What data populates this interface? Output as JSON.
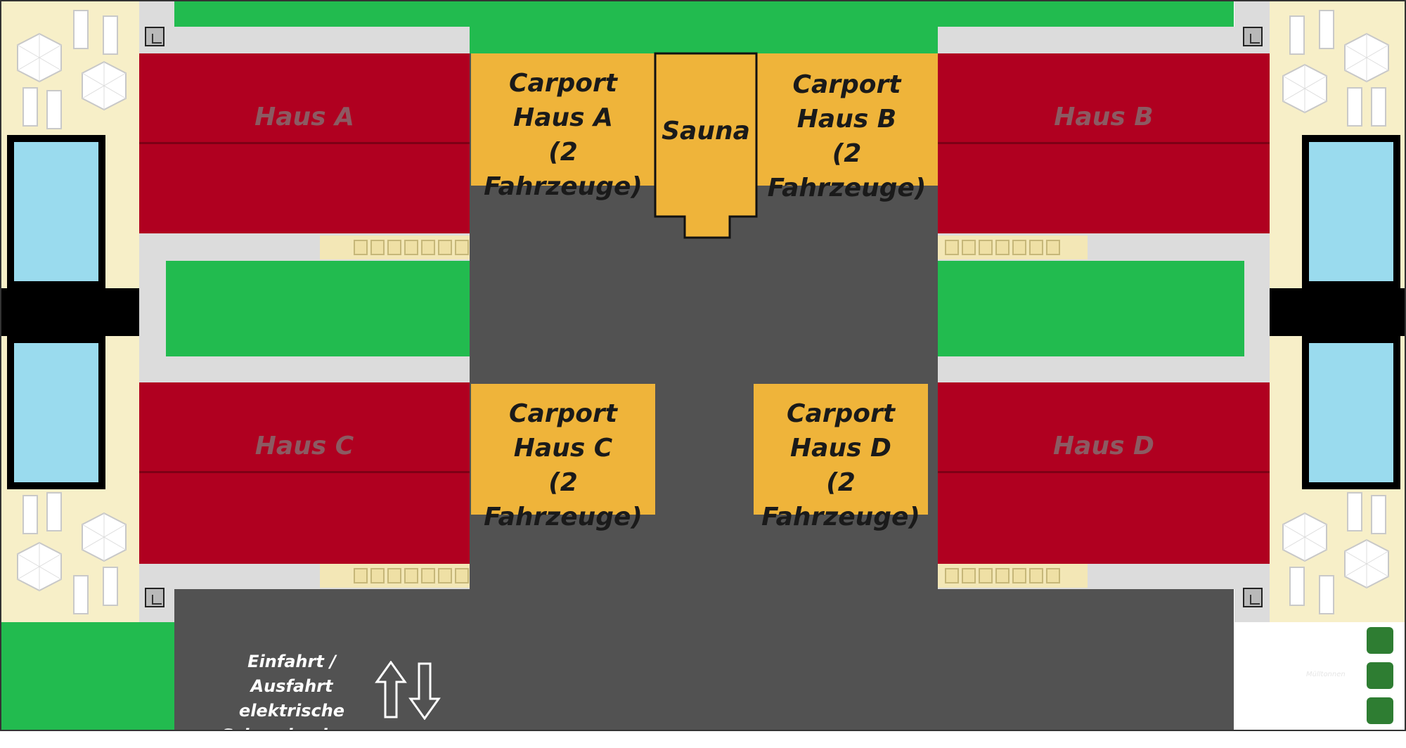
{
  "houses": {
    "a": "Haus A",
    "b": "Haus B",
    "c": "Haus C",
    "d": "Haus D"
  },
  "carports": {
    "a": "Carport\nHaus A\n(2 Fahrzeuge)",
    "b": "Carport\nHaus B\n(2 Fahrzeuge)",
    "c": "Carport\nHaus C\n(2 Fahrzeuge)",
    "d": "Carport\nHaus D\n(2 Fahrzeuge)"
  },
  "sauna": "Sauna",
  "entrance": {
    "label": "Einfahrt / Ausfahrt\nelektrische\nSchrankanlage"
  },
  "bins": {
    "label": "Mülltonnen"
  },
  "colors": {
    "road": "#525252",
    "grass": "#22bb4f",
    "house": "#b00020",
    "carport": "#efb43a",
    "pool": "#9adbee",
    "terrace": "#f7efc8"
  }
}
